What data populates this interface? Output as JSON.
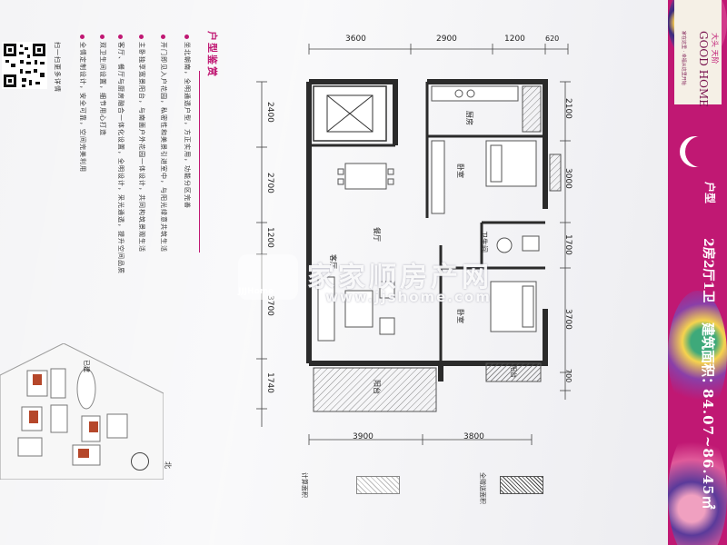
{
  "qr": {
    "caption": "扫一扫更多详情"
  },
  "features": {
    "heading": "户型鉴赏",
    "lines": [
      "坐北朝南，全明通透户型，方正实用，功能分区完善",
      "开门即见入户花园，私密性和美景引进室中，与阳光绿意共筑生活",
      "主卧独享宽景阳台，与南面户外花园一体设计，共同构筑景观生活",
      "客厅、餐厅与厨房融合一体化设置，全明设计，采光通透，提升空间品质",
      "双卫生间设置，细节用心打造",
      "全情定制设计，安全可靠，空间完美利用"
    ]
  },
  "floorplan": {
    "top_dims": [
      "3600",
      "2900",
      "1200",
      "620"
    ],
    "bottom_dims": [
      "3900",
      "3800"
    ],
    "left_dims": [
      "2400",
      "2700",
      "1200",
      "3700",
      "1740"
    ],
    "right_dims": [
      "2100",
      "3000",
      "1700",
      "3700",
      "700"
    ],
    "rooms": {
      "kitchen": "厨房",
      "bedroom1": "卧室",
      "dining": "餐厅",
      "bathroom": "卫生间",
      "living": "客厅",
      "bedroom2": "卧室",
      "balcony": "阳台",
      "balcony2": "阳台"
    }
  },
  "legend": {
    "a": "计算面积",
    "b": "全赠送面积"
  },
  "siteplan": {
    "label": "北",
    "building": "已建"
  },
  "watermark": {
    "main": "家家顺房产网",
    "url": "www.jjshome.com",
    "logo": "JJJHome"
  },
  "brand": {
    "top": "大头 天阶",
    "name": "GOOD HOME",
    "sub": "家在这里 · 幸福从这里开始",
    "type_label": "户型",
    "layout": "2房2厅1卫",
    "area_label": "建筑面积：",
    "area_value": "84.07~86.45㎡"
  },
  "colors": {
    "magenta": "#c01873",
    "wall": "#2b2b2b"
  }
}
